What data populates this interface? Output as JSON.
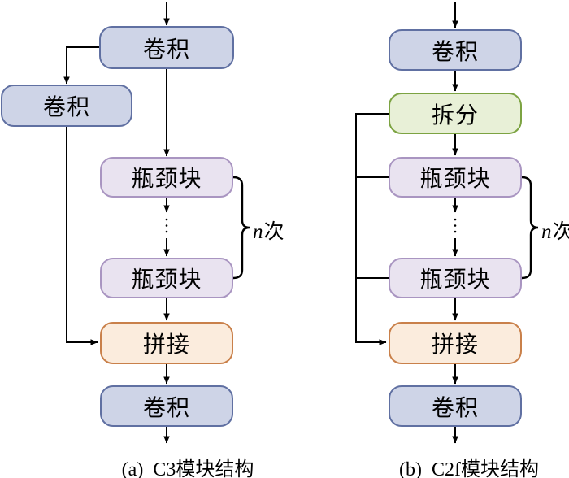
{
  "diagrams": {
    "a": {
      "caption": "(a)  C3模块结构",
      "nodes": {
        "conv_top": "卷积",
        "conv_branch": "卷积",
        "bottleneck_top": "瓶颈块",
        "bottleneck_bottom": "瓶颈块",
        "concat": "拼接",
        "conv_out": "卷积"
      },
      "repeat": {
        "n": "n",
        "times": "次"
      },
      "edges": [
        "input -> conv_top",
        "conv_top -> conv_branch (left branch)",
        "conv_branch -> concat (skip rail)",
        "conv_top -> bottleneck_top",
        "bottleneck_top -> ... -> bottleneck_bottom (dotted, n times)",
        "bottleneck_bottom -> concat",
        "concat -> conv_out",
        "conv_out -> output"
      ]
    },
    "b": {
      "caption": "(b)  C2f模块结构",
      "nodes": {
        "conv_top": "卷积",
        "split": "拆分",
        "bottleneck_top": "瓶颈块",
        "bottleneck_bottom": "瓶颈块",
        "concat": "拼接",
        "conv_out": "卷积"
      },
      "repeat": {
        "n": "n",
        "times": "次"
      },
      "edges": [
        "input -> conv_top",
        "conv_top -> split",
        "split -> concat (left skip rail)",
        "bottleneck_top -> skip rail (tap)",
        "bottleneck_bottom -> skip rail (tap)",
        "split -> bottleneck_top",
        "bottleneck_top -> ... -> bottleneck_bottom (dotted, n times)",
        "bottleneck_bottom -> concat",
        "concat -> conv_out",
        "conv_out -> output"
      ]
    }
  },
  "colors": {
    "background": "#ffffff",
    "connector": "#000000",
    "convolution_fill": "#ced4e7",
    "convolution_border": "#6070a2",
    "bottleneck_fill": "#e9e3f0",
    "bottleneck_border": "#a995c1",
    "split_fill": "#e8f0d7",
    "split_border": "#7ca342",
    "concat_fill": "#fbecdd",
    "concat_border": "#c9804a"
  }
}
